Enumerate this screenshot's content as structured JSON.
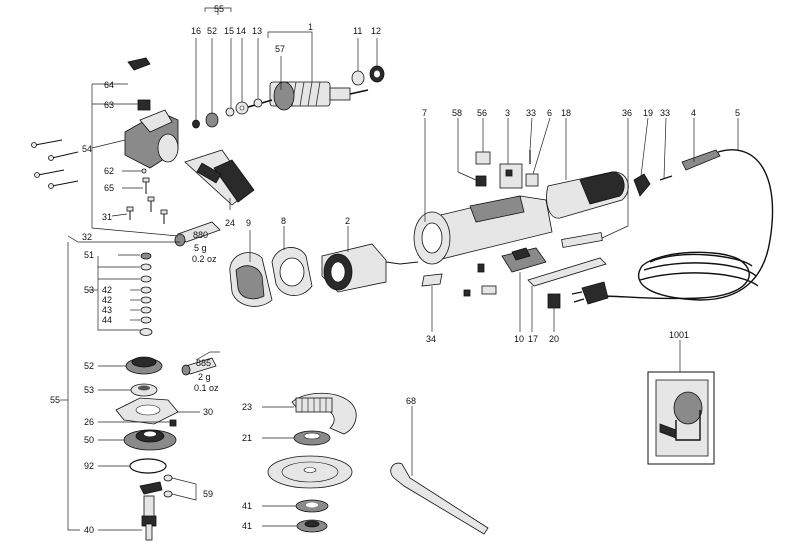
{
  "labels": {
    "l55": "55",
    "l16": "16",
    "l52a": "52",
    "l15": "15",
    "l14": "14",
    "l13": "13",
    "l1": "1",
    "l57": "57",
    "l11": "11",
    "l12": "12",
    "l64": "64",
    "l63": "63",
    "l54": "54",
    "l62": "62",
    "l65": "65",
    "l31": "31",
    "l24": "24",
    "l32": "32",
    "l7": "7",
    "l58": "58",
    "l56": "56",
    "l3": "3",
    "l33a": "33",
    "l6": "6",
    "l18": "18",
    "l36": "36",
    "l19": "19",
    "l33b": "33",
    "l4": "4",
    "l5": "5",
    "l9": "9",
    "l8": "8",
    "l2": "2",
    "l34": "34",
    "l10": "10",
    "l17": "17",
    "l20": "20",
    "l1001": "1001",
    "l51": "51",
    "l53a": "53",
    "l42a": "42",
    "l42b": "42",
    "l43": "43",
    "l44": "44",
    "l52b": "52",
    "l53b": "53",
    "l55b": "55",
    "l26": "26",
    "l30": "30",
    "l50": "50",
    "l92": "92",
    "l59": "59",
    "l40": "40",
    "l23": "23",
    "l21": "21",
    "l41a": "41",
    "l41b": "41",
    "l68": "68"
  },
  "grease_tags": [
    {
      "code": "880",
      "weight": "5 g",
      "weight_oz": "0.2 oz"
    },
    {
      "code": "885",
      "weight": "2 g",
      "weight_oz": "0.1 oz"
    }
  ]
}
